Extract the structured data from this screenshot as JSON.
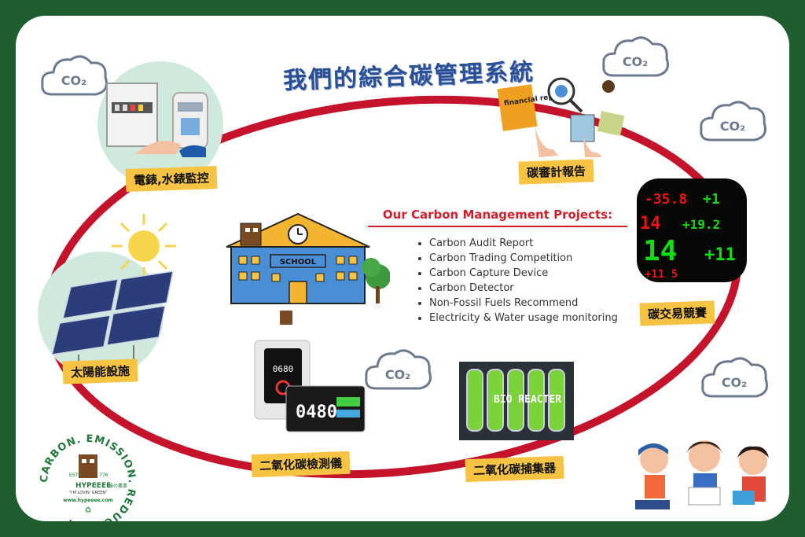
{
  "title": "我們的綜合碳管理系統",
  "projects": {
    "heading": "Our Carbon Management Projects:",
    "items": [
      "Carbon Audit Report",
      "Carbon Trading Competition",
      "Carbon Capture Device",
      "Carbon Detector",
      "Non-Fossil Fuels Recommend",
      "Electricity & Water usage monitoring"
    ]
  },
  "labels": {
    "meters": "電錶,水錶監控",
    "audit": "碳審計報告",
    "trading": "碳交易競賽",
    "solar": "太陽能設施",
    "detector": "二氧化碳檢測儀",
    "capture": "二氧化碳捕集器"
  },
  "co2_text": "CO₂",
  "images": {
    "financial_reports": "financial reports",
    "school": "SCHOOL",
    "bio_reacter": "BIO REACTER",
    "meter_reading": "0680",
    "meter_reading_2": "0480"
  },
  "logo": {
    "ring_text": "CARBON. EMISSION. REDUCTION.",
    "estd": "ESTD",
    "year": "776",
    "brand": "HYPEEEE",
    "brand_cn": "綠の農業",
    "tagline": "\"I'M LOVIN' GREEN\"",
    "url": "www.hypeeee.com"
  },
  "colors": {
    "background_green": "#1f5c2e",
    "ellipse_red": "#c4132a",
    "label_yellow": "#f6c343",
    "heading_red": "#d21e2a",
    "title_blue": "#2a4f96",
    "circle_mint": "#cfe9dc"
  }
}
